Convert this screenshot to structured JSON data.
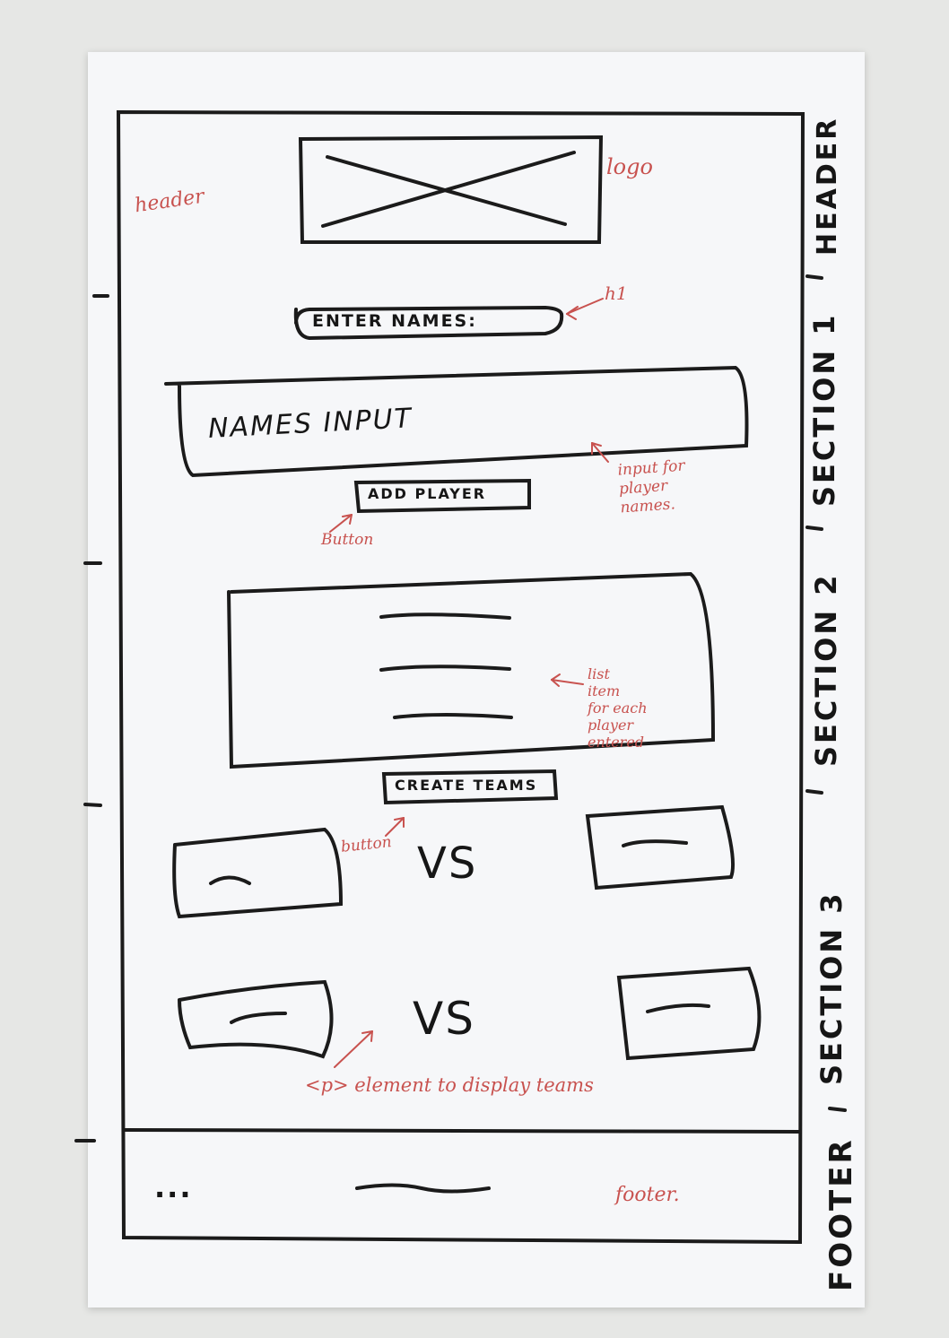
{
  "sections": {
    "header": "HEADER",
    "section1": "SECTION 1",
    "section2": "SECTION 2",
    "section3": "SECTION 3",
    "footer": "FOOTER"
  },
  "labels": {
    "enter_names": "ENTER NAMES:",
    "names_input": "NAMES INPUT",
    "add_player": "ADD PLAYER",
    "create_teams": "CREATE TEAMS",
    "vs": "VS",
    "footer_dots": "..."
  },
  "annotations": {
    "header": "header",
    "logo": "logo",
    "h1": "h1",
    "input_note": [
      "input for",
      "player",
      "names."
    ],
    "button1": "Button",
    "list_note": [
      "list",
      "item",
      "for each",
      "player",
      "entered"
    ],
    "button2": "button",
    "p_note": "<p> element to display teams",
    "footer": "footer."
  },
  "colors": {
    "ink": "#161616",
    "annotation": "#c8524f",
    "paper": "#f6f7f9",
    "background": "#e6e7e5"
  }
}
